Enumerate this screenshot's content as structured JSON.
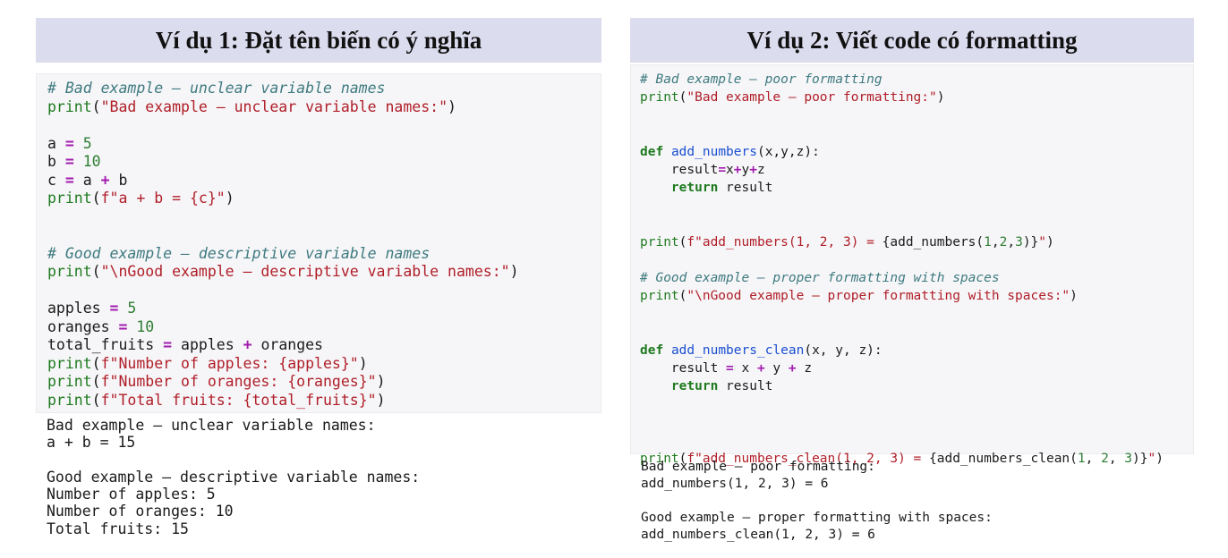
{
  "left": {
    "title": "Ví dụ 1: Đặt tên biến có ý nghĩa",
    "code": [
      {
        "comment": "# Bad example – unclear variable names"
      },
      {
        "fn": "print",
        "s": "\"Bad example – unclear variable names:\""
      },
      {},
      {
        "var": "a",
        "num": "5"
      },
      {
        "var": "b",
        "num": "10"
      },
      {
        "var": "c",
        "e1": "a",
        "e2": "b"
      },
      {
        "fn": "print",
        "s": "f\"a + b = {c}\""
      },
      {},
      {},
      {
        "comment": "# Good example – descriptive variable names"
      },
      {
        "fn": "print",
        "s": "\"\\nGood example – descriptive variable names:\""
      },
      {},
      {
        "var": "apples",
        "num": "5"
      },
      {
        "var": "oranges",
        "num": "10"
      },
      {
        "var": "total_fruits",
        "e1": "apples",
        "e2": "oranges"
      },
      {
        "fn": "print",
        "s": "f\"Number of apples: {apples}\""
      },
      {
        "fn": "print",
        "s": "f\"Number of oranges: {oranges}\""
      },
      {
        "fn": "print",
        "s": "f\"Total fruits: {total_fruits}\""
      }
    ],
    "output": [
      "Bad example – unclear variable names:",
      "a + b = 15",
      "",
      "Good example – descriptive variable names:",
      "Number of apples: 5",
      "Number of oranges: 10",
      "Total fruits: 15"
    ]
  },
  "right": {
    "title": "Ví dụ 2: Viết code có formatting",
    "code": [
      {
        "comment": "# Bad example – poor formatting"
      },
      {
        "fn": "print",
        "s": "\"Bad example – poor formatting:\""
      },
      {},
      {},
      {
        "def": "def",
        "name": "add_numbers",
        "params": "(x,y,z):"
      },
      {
        "raw": [
          [
            "plain",
            "    result"
          ],
          [
            "op",
            "="
          ],
          [
            "plain",
            "x"
          ],
          [
            "op",
            "+"
          ],
          [
            "plain",
            "y"
          ],
          [
            "op",
            "+"
          ],
          [
            "plain",
            "z"
          ]
        ]
      },
      {
        "raw": [
          [
            "plain",
            "    "
          ],
          [
            "kwb",
            "return"
          ],
          [
            "plain",
            " result"
          ]
        ]
      },
      {},
      {},
      {
        "raw": [
          [
            "kw",
            "print"
          ],
          [
            "plain",
            "("
          ],
          [
            "str",
            "f\"add_numbers(1, 2, 3) = "
          ],
          [
            "plain",
            "{add_numbers("
          ],
          [
            "num",
            "1"
          ],
          [
            "plain",
            ","
          ],
          [
            "num",
            "2"
          ],
          [
            "plain",
            ","
          ],
          [
            "num",
            "3"
          ],
          [
            "plain",
            ")}"
          ],
          [
            "str",
            "\""
          ],
          [
            "plain",
            ")"
          ]
        ]
      },
      {},
      {
        "comment": "# Good example – proper formatting with spaces"
      },
      {
        "fn": "print",
        "s": "\"\\nGood example – proper formatting with spaces:\""
      },
      {},
      {},
      {
        "def": "def",
        "name": "add_numbers_clean",
        "params": "(x, y, z):"
      },
      {
        "raw": [
          [
            "plain",
            "    result "
          ],
          [
            "op",
            "="
          ],
          [
            "plain",
            " x "
          ],
          [
            "op",
            "+"
          ],
          [
            "plain",
            " y "
          ],
          [
            "op",
            "+"
          ],
          [
            "plain",
            " z"
          ]
        ]
      },
      {
        "raw": [
          [
            "plain",
            "    "
          ],
          [
            "kwb",
            "return"
          ],
          [
            "plain",
            " result"
          ]
        ]
      },
      {},
      {},
      {},
      {
        "raw": [
          [
            "kw",
            "print"
          ],
          [
            "plain",
            "("
          ],
          [
            "str",
            "f\"add_numbers_clean(1, 2, 3) = "
          ],
          [
            "plain",
            "{add_numbers_clean("
          ],
          [
            "num",
            "1"
          ],
          [
            "plain",
            ", "
          ],
          [
            "num",
            "2"
          ],
          [
            "plain",
            ", "
          ],
          [
            "num",
            "3"
          ],
          [
            "plain",
            ")}"
          ],
          [
            "str",
            "\""
          ],
          [
            "plain",
            ")"
          ]
        ]
      }
    ],
    "output": [
      "Bad example – poor formatting:",
      "add_numbers(1, 2, 3) = 6",
      "",
      "Good example – proper formatting with spaces:",
      "add_numbers_clean(1, 2, 3) = 6"
    ]
  }
}
